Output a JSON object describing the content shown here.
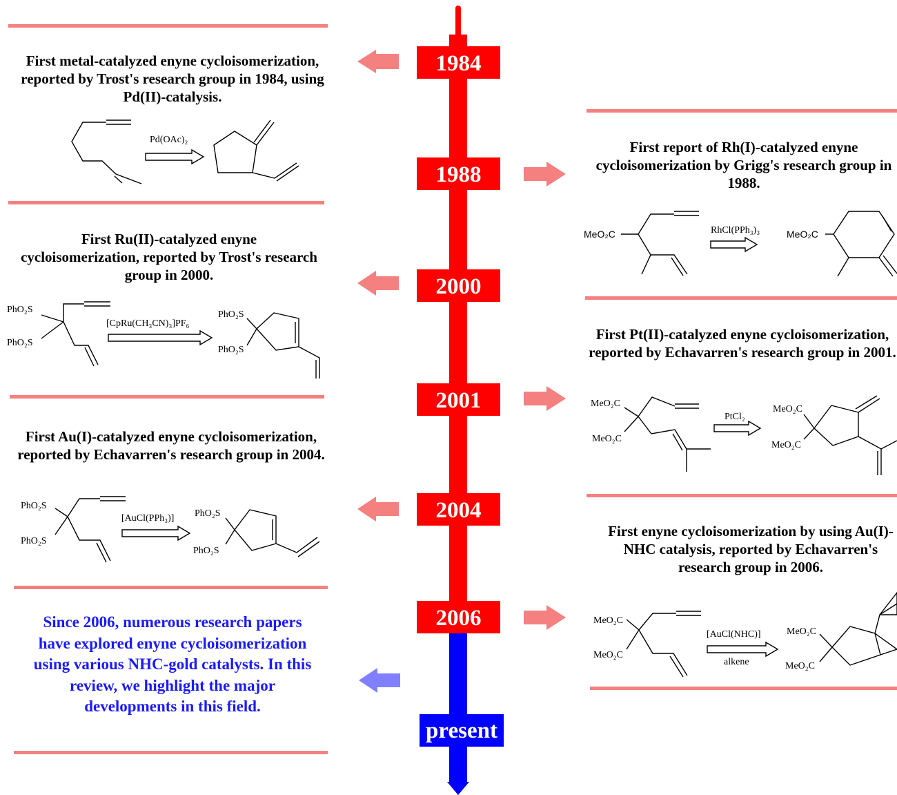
{
  "timeline": {
    "years": [
      "1984",
      "1988",
      "2000",
      "2001",
      "2004",
      "2006",
      "present"
    ],
    "colors": {
      "past": "#ff0000",
      "present": "#0000ff",
      "rule": "#f48080",
      "arrow_red": "#f48080",
      "arrow_blue": "#8080ff"
    }
  },
  "entries": [
    {
      "year": "1984",
      "caption": "First metal-catalyzed enyne cycloisomerization, reported by Trost's research group in 1984, using Pd(II)-catalysis.",
      "reagent": "Pd(OAc)₂"
    },
    {
      "year": "1988",
      "caption": "First  report of Rh(I)-catalyzed enyne cycloisomerization by Grigg's research group in 1988.",
      "reagent": "RhCl(PPh₃)₃",
      "substituents": {
        "sm": "MeO₂C",
        "product": "MeO₂C"
      }
    },
    {
      "year": "2000",
      "caption": "First Ru(II)-catalyzed enyne cycloisomerization, reported by Trost's research group in 2000.",
      "reagent": "[CpRu(CH₃CN)₃]PF₆",
      "substituents": {
        "sm_top": "PhO₂S",
        "sm_bottom": "PhO₂S",
        "product_top": "PhO₂S",
        "product_bottom": "PhO₂S"
      }
    },
    {
      "year": "2001",
      "caption": "First Pt(II)-catalyzed enyne cycloisomerization, reported by Echavarren's research group in 2001.",
      "reagent": "PtCl₂",
      "substituents": {
        "sm_top": "MeO₂C",
        "sm_bottom": "MeO₂C",
        "product_top": "MeO₂C",
        "product_bottom": "MeO₂C"
      }
    },
    {
      "year": "2004",
      "caption": "First Au(I)-catalyzed enyne cycloisomerization, reported by Echavarren's research group in 2004.",
      "reagent": "[AuCl(PPh₃)]",
      "substituents": {
        "sm_top": "PhO₂S",
        "sm_bottom": "PhO₂S",
        "product_top": "PhO₂S",
        "product_bottom": "PhO₂S"
      }
    },
    {
      "year": "2006",
      "caption": "First enyne cycloisomerization by using Au(I)-NHC catalysis, reported by Echavarren's research group in 2006.",
      "reagent": "[AuCl(NHC)]",
      "reagent_below": "alkene",
      "substituents": {
        "sm_top": "MeO₂C",
        "sm_bottom": "MeO₂C",
        "product_top": "MeO₂C",
        "product_bottom": "MeO₂C"
      }
    }
  ],
  "summary": "Since 2006, numerous research papers have explored enyne cycloisomerization using various NHC-gold catalysts. In this review, we highlight the major developments in this field."
}
